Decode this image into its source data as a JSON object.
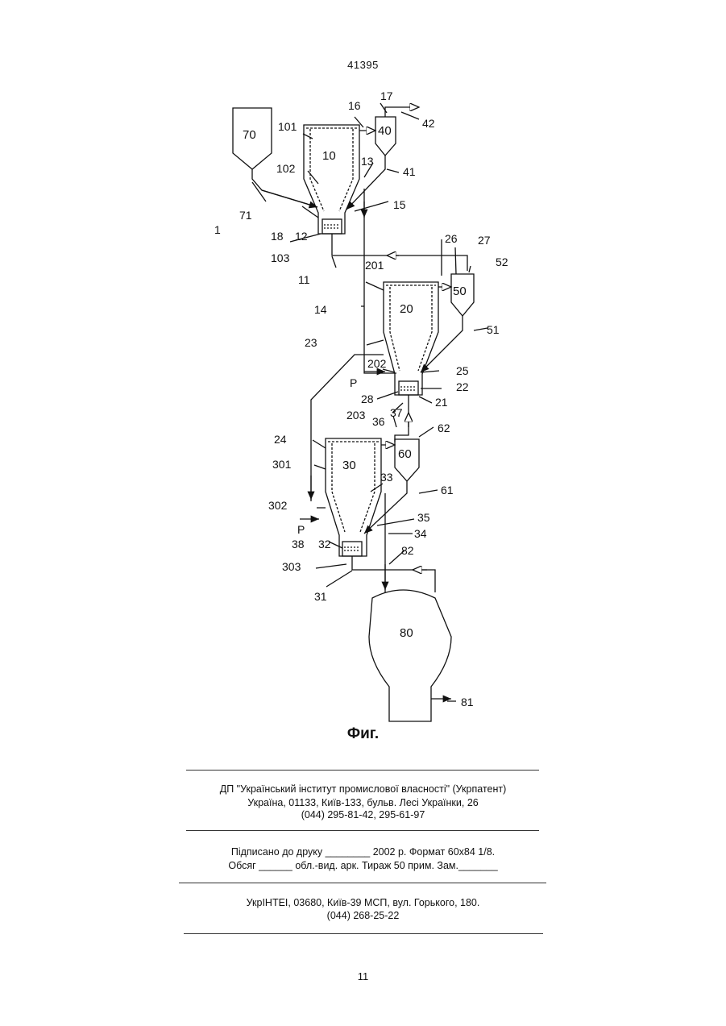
{
  "header": {
    "doc_number": "41395"
  },
  "figure": {
    "caption": "Фиг.",
    "vessel_labels": {
      "v70": "70",
      "v10": "10",
      "v40": "40",
      "v20": "20",
      "v50": "50",
      "v30": "30",
      "v60": "60",
      "v80": "80"
    },
    "reference_labels": [
      "16",
      "17",
      "101",
      "42",
      "13",
      "102",
      "41",
      "71",
      "15",
      "18",
      "12",
      "1",
      "103",
      "11",
      "26",
      "27",
      "52",
      "201",
      "14",
      "51",
      "23",
      "202",
      "25",
      "P",
      "22",
      "28",
      "21",
      "203",
      "37",
      "36",
      "62",
      "24",
      "301",
      "33",
      "61",
      "302",
      "35",
      "P",
      "34",
      "38",
      "32",
      "82",
      "303",
      "31",
      "81"
    ]
  },
  "publisher": {
    "line1": "ДП \"Український інститут промислової власності\" (Укрпатент)",
    "line2": "Україна, 01133, Київ-133, бульв. Лесі Українки, 26",
    "line3": "(044) 295-81-42, 295-61-97"
  },
  "print_info": {
    "line1": "Підписано до друку ________ 2002 р.    Формат 60х84 1/8.",
    "line2": "Обсяг ______ обл.-вид. арк.   Тираж 50 прим.    Зам._______"
  },
  "printer": {
    "line1": "УкрІНТЕІ, 03680, Київ-39 МСП, вул. Горького, 180.",
    "line2": "(044) 268-25-22"
  },
  "footer": {
    "page_number": "11"
  }
}
